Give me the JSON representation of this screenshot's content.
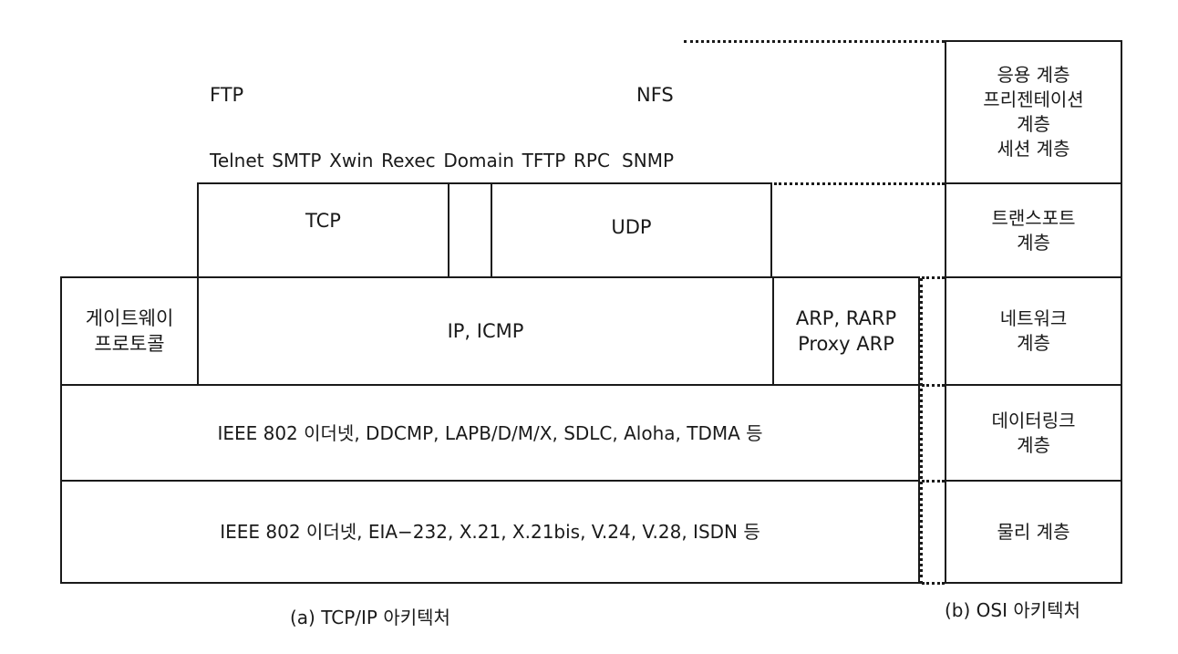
{
  "tcpip": {
    "app_top_left": "FTP",
    "app_top_right": "NFS",
    "app_protocols": "Telnet  SMTP  Xwin  Rexec  Domain  TFTP  RPC   SNMP",
    "tcp": "TCP",
    "udp": "UDP",
    "gateway": "게이트웨이\n프로토콜",
    "ip": "IP, ICMP",
    "arp": "ARP, RARP\nProxy ARP",
    "datalink": "IEEE 802 이더넷, DDCMP, LAPB/D/M/X, SDLC, Aloha, TDMA 등",
    "physical": "IEEE 802 이더넷, EIA−232, X.21, X.21bis, V.24, V.28, ISDN 등",
    "caption": "(a) TCP/IP 아키텍처"
  },
  "osi": {
    "application": "응용 계층\n프리젠테이션\n계층\n세션 계층",
    "transport": "트랜스포트\n계층",
    "network": "네트워크\n계층",
    "datalink": "데이터링크\n계층",
    "physical": "물리 계층",
    "caption": "(b) OSI 아키텍처"
  }
}
